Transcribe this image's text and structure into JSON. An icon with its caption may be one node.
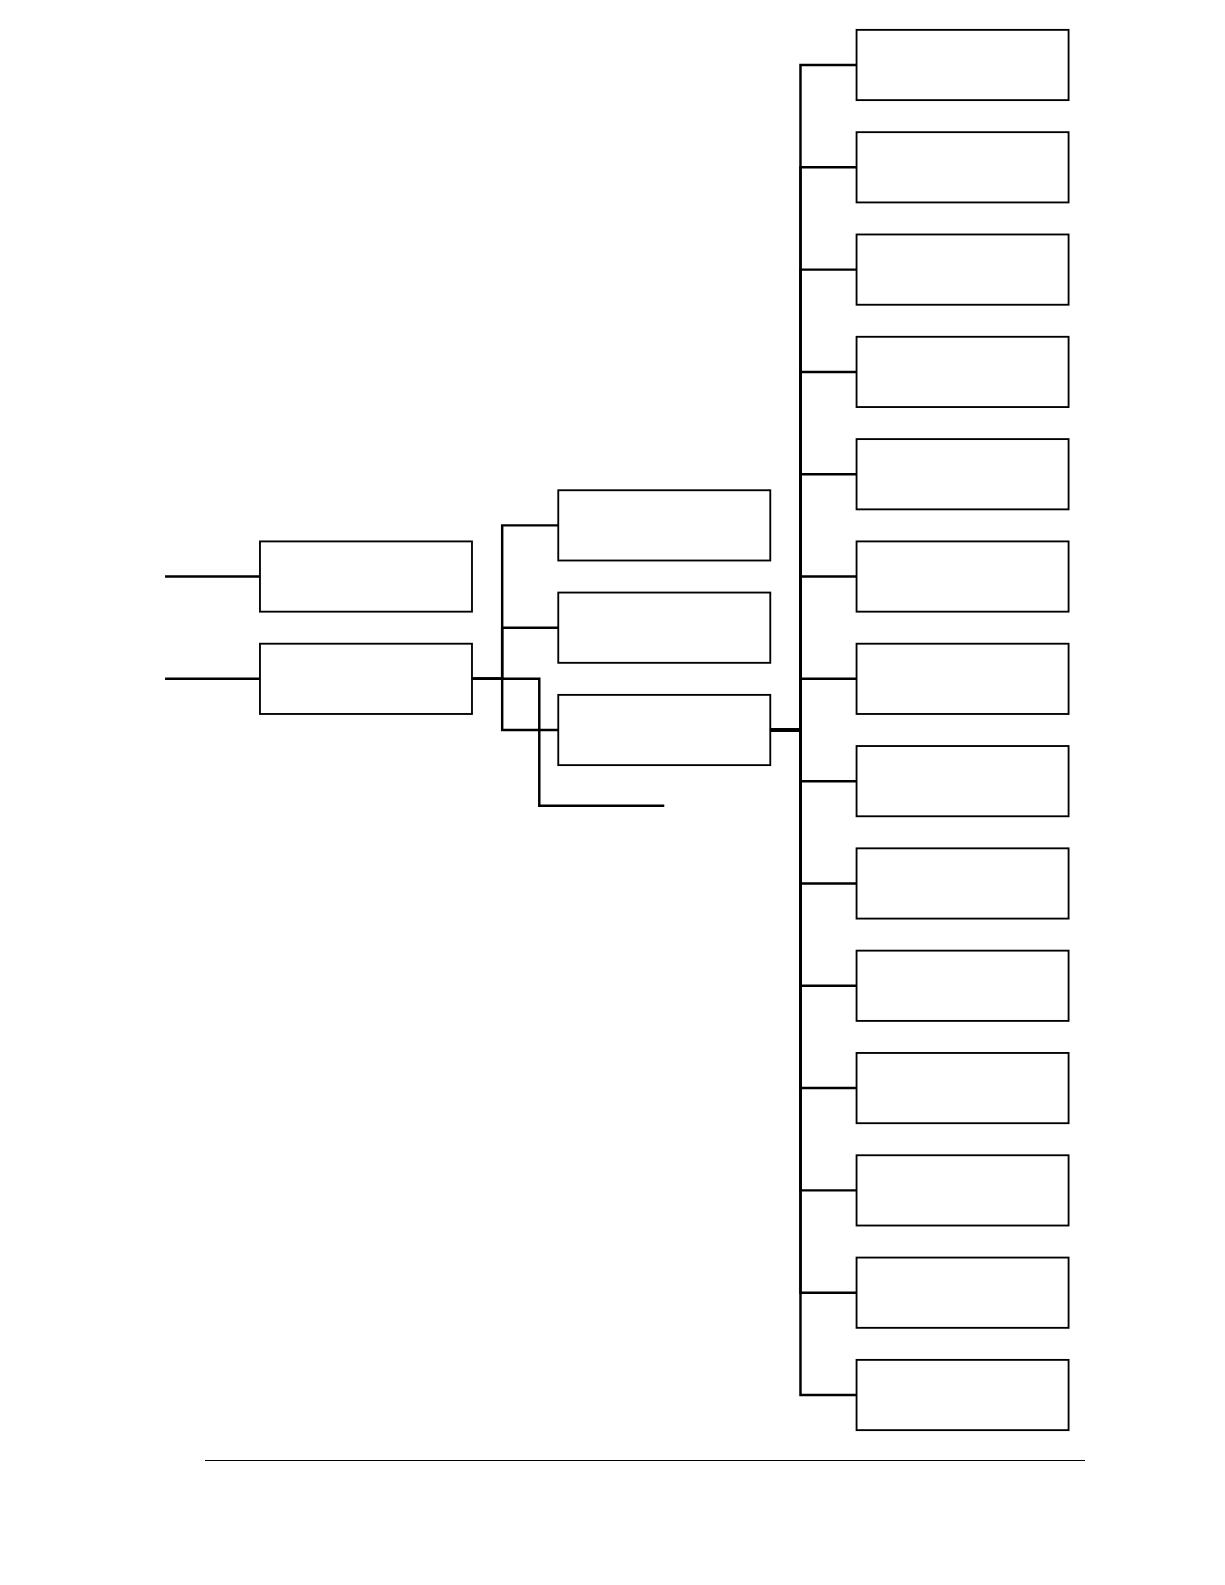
{
  "diagram": {
    "nodes": [
      {
        "text": [],
        "shape": "box"
      },
      {
        "text": [],
        "shape": "box"
      },
      {
        "text": [],
        "shape": "box"
      },
      {
        "text": [],
        "shape": "box"
      },
      {
        "text": [],
        "shape": "box"
      },
      {
        "text": [],
        "shape": "box"
      },
      {
        "text": [],
        "shape": "box"
      },
      {
        "text": [],
        "shape": "box"
      },
      {
        "text": [],
        "shape": "box"
      },
      {
        "text": [],
        "shape": "box"
      },
      {
        "text": [],
        "shape": "box"
      },
      {
        "text": [],
        "shape": "box"
      },
      {
        "text": [],
        "shape": "box"
      },
      {
        "text": [],
        "shape": "box"
      },
      {
        "text": [],
        "shape": "box"
      },
      {
        "text": [],
        "shape": "box"
      },
      {
        "text": [],
        "shape": "box"
      },
      {
        "text": [],
        "shape": "box"
      },
      {
        "text": [],
        "shape": "box"
      }
    ],
    "edges": [
      {
        "from": null,
        "to": 0,
        "arrow": "none"
      },
      {
        "from": null,
        "to": 1,
        "arrow": "none"
      },
      {
        "from": 1,
        "to": 2,
        "arrow": "none"
      },
      {
        "from": 1,
        "to": 3,
        "arrow": "none"
      },
      {
        "from": 1,
        "to": 4,
        "arrow": "none"
      },
      {
        "from": 1,
        "to": null,
        "arrow": "none"
      },
      {
        "from": 4,
        "to": 5,
        "arrow": "none"
      },
      {
        "from": 4,
        "to": 6,
        "arrow": "none"
      },
      {
        "from": 4,
        "to": 7,
        "arrow": "none"
      },
      {
        "from": 4,
        "to": 8,
        "arrow": "none"
      },
      {
        "from": 4,
        "to": 9,
        "arrow": "none"
      },
      {
        "from": 4,
        "to": 10,
        "arrow": "none"
      },
      {
        "from": 4,
        "to": 11,
        "arrow": "none"
      },
      {
        "from": 4,
        "to": 12,
        "arrow": "none"
      },
      {
        "from": 4,
        "to": 13,
        "arrow": "none"
      },
      {
        "from": 4,
        "to": 14,
        "arrow": "none"
      },
      {
        "from": 4,
        "to": 15,
        "arrow": "none"
      },
      {
        "from": 4,
        "to": 16,
        "arrow": "none"
      },
      {
        "from": 4,
        "to": 17,
        "arrow": "none"
      },
      {
        "from": 4,
        "to": 18,
        "arrow": "none"
      }
    ]
  }
}
